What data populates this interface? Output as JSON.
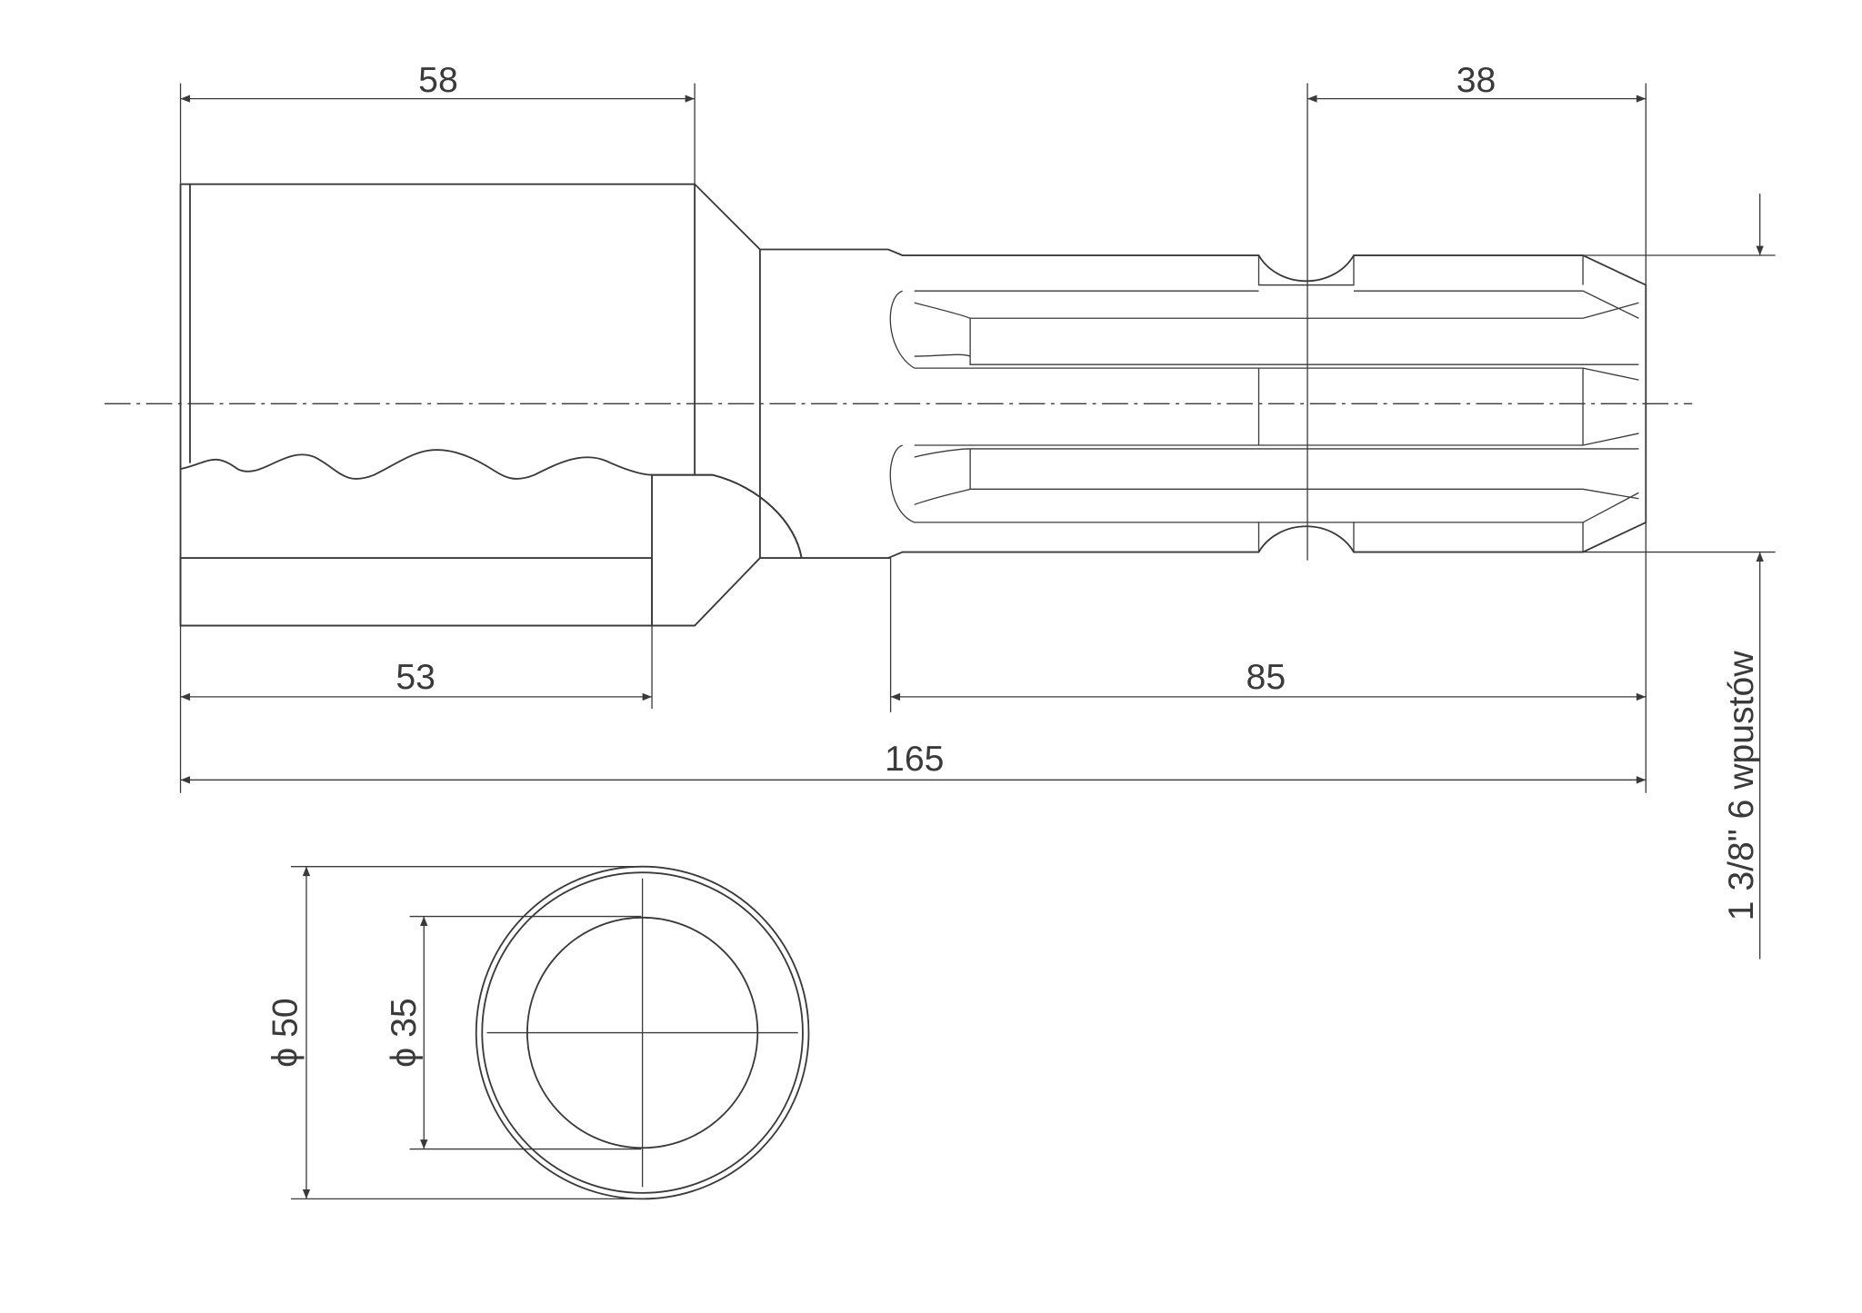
{
  "drawing": {
    "dimensions": {
      "top_left_length": "58",
      "top_right_length": "38",
      "bore_depth": "53",
      "spline_length": "85",
      "overall_length": "165",
      "spline_spec": "1 3/8\" 6 wpustów",
      "outer_diameter": "ϕ 50",
      "inner_diameter": "ϕ 35"
    },
    "colors": {
      "line": "#3a3a3a",
      "background": "#ffffff"
    }
  }
}
